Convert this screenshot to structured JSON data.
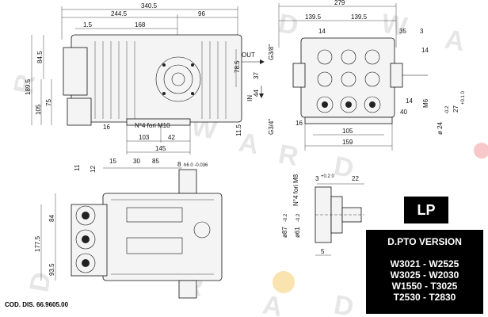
{
  "watermark": "RADWAR",
  "dimensions": {
    "front": {
      "d340_5": "340.5",
      "d244_5": "244.5",
      "d96": "96",
      "d1_5": "1.5",
      "d168": "168",
      "d84_5": "84.5",
      "d75": "75",
      "d189_5": "189.5",
      "d105": "105",
      "d16": "16",
      "d103": "103",
      "d42": "42",
      "d145": "145",
      "d78_5": "78.5",
      "d37": "37",
      "d44": "44",
      "d11_5": "11.5",
      "holes": "N°4 fori M10",
      "out": "OUT",
      "in": "IN",
      "g38": "G3/8\"",
      "g34": "G3/4\""
    },
    "side": {
      "d279": "279",
      "d139_5a": "139.5",
      "d139_5b": "139.5",
      "d14a": "14",
      "d35": "35",
      "d3": "3",
      "d14b": "14",
      "d16": "16",
      "d105": "105",
      "d159": "159",
      "d40": "40",
      "d14c": "14",
      "m6": "M6",
      "phi24": "ø 24",
      "tol24": "-0.2",
      "d27": "27",
      "tol27": "+0.1 0"
    },
    "top": {
      "d11": "11",
      "d12": "12",
      "d15": "15",
      "d30": "30",
      "d85": "85",
      "d8": "8",
      "tol8": "h6 0 -0.036",
      "d84": "84",
      "d177_5": "177.5",
      "d93_5": "93.5"
    },
    "flange": {
      "holes": "N°4 fori M8",
      "d3": "3",
      "tol3": "+0.2 0",
      "d22": "22",
      "phi87": "ø87",
      "tol87": "-0.2",
      "phi61": "ø61",
      "tol61": "-0.2",
      "d5": "5"
    }
  },
  "lp_label": "LP",
  "version_title": "D.PTO VERSION",
  "models": [
    "W3021 - W2525",
    "W3025 - W2030",
    "W1550 - T3025",
    "T2530 - T2830"
  ],
  "code": "COD. DIS. 66.9605.00"
}
